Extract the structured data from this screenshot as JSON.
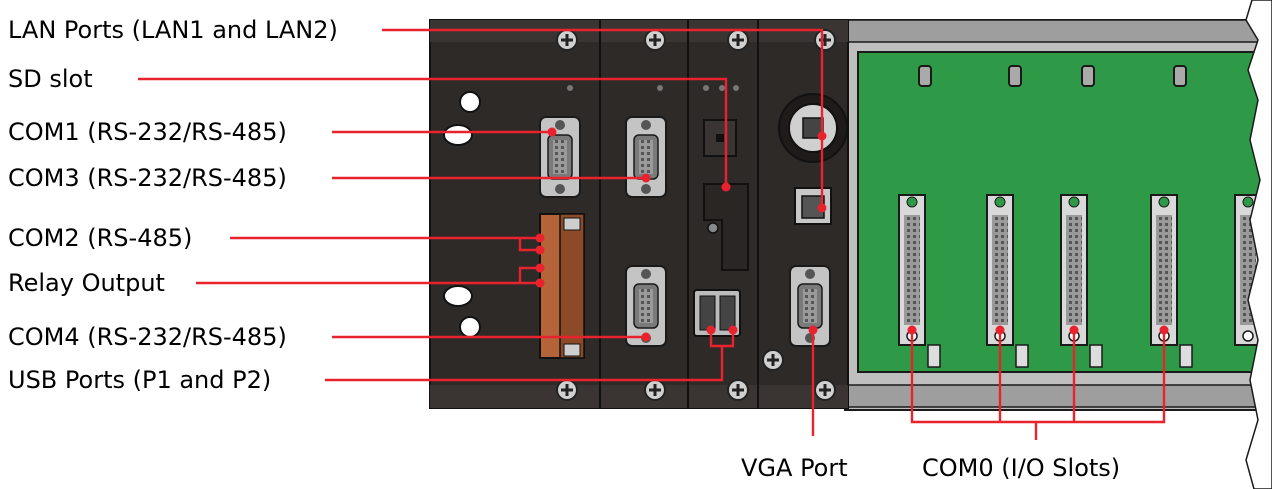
{
  "labels": {
    "lan_ports": "LAN Ports (LAN1 and LAN2)",
    "sd_slot": "SD slot",
    "com1": "COM1 (RS-232/RS-485)",
    "com3": "COM3 (RS-232/RS-485)",
    "com2": "COM2 (RS-485)",
    "relay_output": "Relay Output",
    "com4": "COM4 (RS-232/RS-485)",
    "usb_ports": "USB Ports (P1 and P2)",
    "vga_port": "VGA Port",
    "com0": "COM0 (I/O Slots)"
  },
  "colors": {
    "callout": "#e8232e",
    "panel": "#2e2a28",
    "backplane": "#2e9a48",
    "rail": "#bfbfbf",
    "terminal": "#b5643a"
  }
}
